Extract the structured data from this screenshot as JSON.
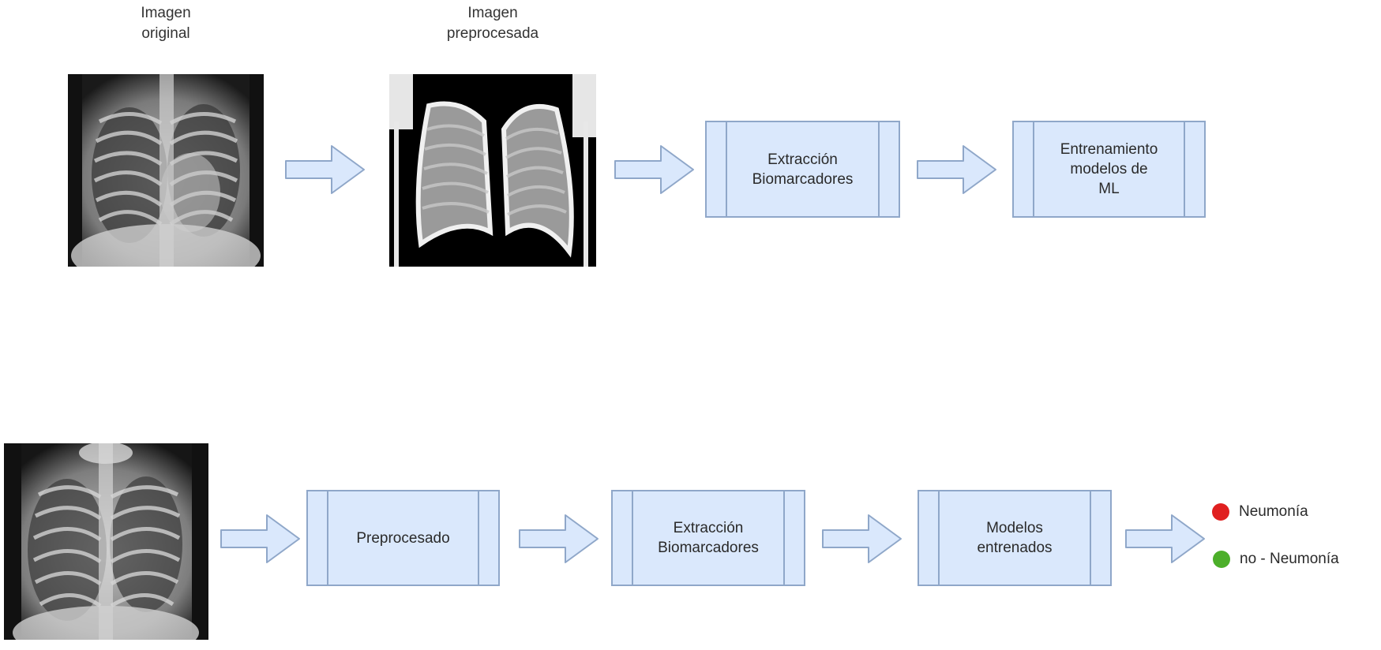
{
  "training_pipeline": {
    "original_image_caption": "Imagen\noriginal",
    "preprocessed_image_caption": "Imagen\npreprocesada",
    "steps": [
      {
        "label": "Extracción\nBiomarcadores"
      },
      {
        "label": "Entrenamiento\nmodelos de\nML"
      }
    ]
  },
  "inference_pipeline": {
    "steps": [
      {
        "label": "Preprocesado"
      },
      {
        "label": "Extracción\nBiomarcadores"
      },
      {
        "label": "Modelos\nentrenados"
      }
    ],
    "outputs": [
      {
        "label": "Neumonía",
        "color": "#e02020"
      },
      {
        "label": "no - Neumonía",
        "color": "#4caf2a"
      }
    ]
  },
  "colors": {
    "box_fill": "#dae8fc",
    "box_stroke": "#8fa7c9",
    "arrow_fill": "#dae8fc",
    "arrow_stroke": "#8fa7c9"
  }
}
